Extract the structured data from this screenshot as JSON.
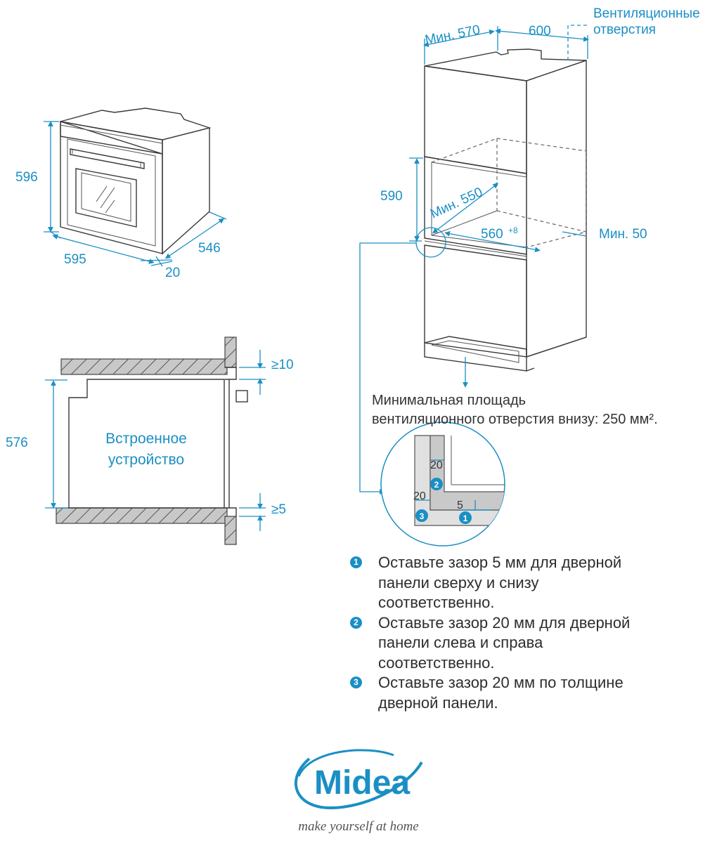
{
  "oven_dims": {
    "height": "596",
    "width": "595",
    "depth": "546",
    "door": "20"
  },
  "cabinet_dims": {
    "min_width": "Мин. 570",
    "width": "600",
    "vent_label_line1": "Вентиляционные",
    "vent_label_line2": "отверстия",
    "niche_height": "590",
    "min_depth": "Мин. 550",
    "min_depth_mark": "*",
    "niche_width": "560",
    "niche_width_tol": "+8",
    "min_gap": "Мин. 50"
  },
  "vent_note": {
    "line1": "Минимальная площадь",
    "line2": "вентиляционного отверстия внизу: 250 мм²."
  },
  "section_dims": {
    "height": "576",
    "top_gap": "≥10",
    "bottom_gap": "≥5",
    "device_line1": "Встроенное",
    "device_line2": "устройство"
  },
  "detail_dims": {
    "left_gap": "20",
    "depth_gap": "20",
    "bottom_gap": "5",
    "marker_1": "1",
    "marker_2": "2",
    "marker_3": "3"
  },
  "notes": [
    {
      "num": "1",
      "line1": "Оставьте зазор 5 мм для дверной",
      "line2": "панели сверху и снизу",
      "line3": "соответственно."
    },
    {
      "num": "2",
      "line1": "Оставьте зазор 20 мм для дверной",
      "line2": "панели слева и справа",
      "line3": "соответственно."
    },
    {
      "num": "3",
      "line1": "Оставьте зазор 20 мм по толщине",
      "line2": "дверной панели."
    }
  ],
  "brand": {
    "logo": "Midea",
    "tagline": "make yourself at home",
    "color": "#1a8fc4"
  }
}
